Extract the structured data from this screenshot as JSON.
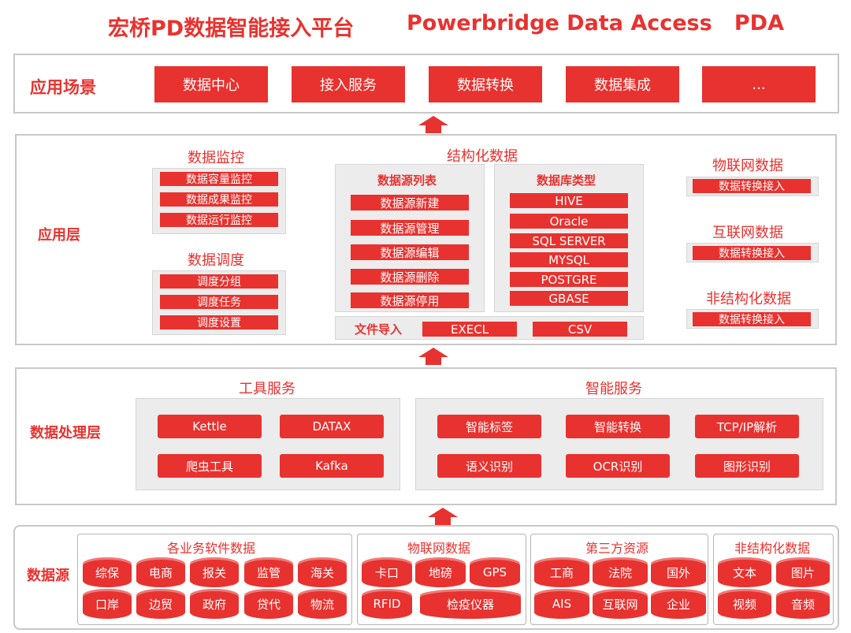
{
  "title": {
    "cn": "宏桥PD数据智能接入平台",
    "en": "Powerbridge Data Access   PDA"
  },
  "scenes": {
    "label": "应用场景",
    "items": [
      "数据中心",
      "接入服务",
      "数据转换",
      "数据集成",
      "..."
    ]
  },
  "app_layer": {
    "label": "应用层",
    "monitor": {
      "title": "数据监控",
      "items": [
        "数据容量监控",
        "数据成果监控",
        "数据运行监控"
      ]
    },
    "schedule": {
      "title": "数据调度",
      "items": [
        "调度分组",
        "调度任务",
        "调度设置"
      ]
    },
    "structured": {
      "title": "结构化数据",
      "sources": {
        "title": "数据源列表",
        "items": [
          "数据源新建",
          "数据源管理",
          "数据源编辑",
          "数据源删除",
          "数据源停用"
        ]
      },
      "db_types": {
        "title": "数据库类型",
        "items": [
          "HIVE",
          "Oracle",
          "SQL SERVER",
          "MYSQL",
          "POSTGRE",
          "GBASE"
        ]
      },
      "file_import": {
        "label": "文件导入",
        "items": [
          "EXECL",
          "CSV"
        ]
      }
    },
    "iot": {
      "title": "物联网数据",
      "btn": "数据转换接入"
    },
    "internet": {
      "title": "互联网数据",
      "btn": "数据转换接入"
    },
    "unstructured": {
      "title": "非结构化数据",
      "btn": "数据转换接入"
    }
  },
  "processing": {
    "label": "数据处理层",
    "tools": {
      "title": "工具服务",
      "items": [
        "Kettle",
        "DATAX",
        "爬虫工具",
        "Kafka"
      ]
    },
    "smart": {
      "title": "智能服务",
      "items": [
        "智能标签",
        "智能转换",
        "TCP/IP解析",
        "语义识别",
        "OCR识别",
        "图形识别"
      ]
    }
  },
  "sources": {
    "label": "数据源",
    "business": {
      "title": "各业务软件数据",
      "row1": [
        "综保",
        "电商",
        "报关",
        "监管",
        "海关"
      ],
      "row2": [
        "口岸",
        "边贸",
        "政府",
        "贷代",
        "物流"
      ]
    },
    "iot": {
      "title": "物联网数据",
      "row1": [
        "卡口",
        "地磅",
        "GPS"
      ],
      "row2": [
        "RFID",
        "检疫仪器"
      ]
    },
    "third": {
      "title": "第三方资源",
      "row1": [
        "工商",
        "法院",
        "国外"
      ],
      "row2": [
        "AIS",
        "互联网",
        "企业"
      ]
    },
    "unstructured": {
      "title": "非结构化数据",
      "row1": [
        "文本",
        "图片"
      ],
      "row2": [
        "视频",
        "音频"
      ]
    }
  },
  "colors": {
    "accent": "#e8322f",
    "panel": "#ececec",
    "border": "#c8c8c8"
  }
}
